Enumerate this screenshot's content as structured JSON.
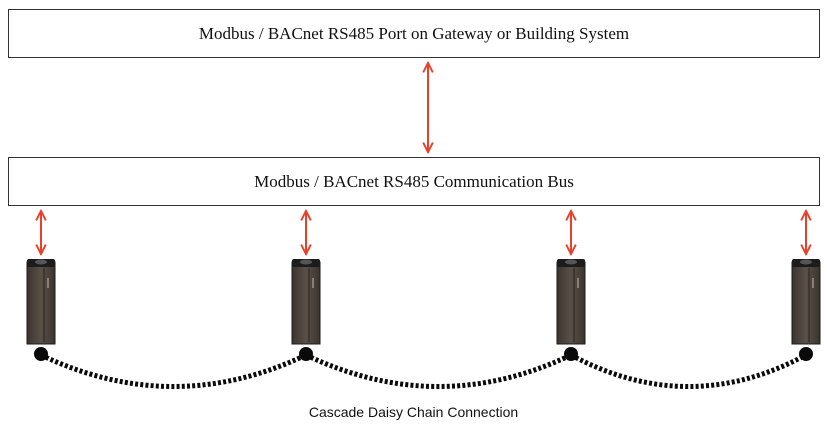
{
  "gateway_box": {
    "label": "Modbus / BACnet RS485 Port on Gateway or Building System"
  },
  "bus_box": {
    "label": "Modbus / BACnet RS485 Communication Bus"
  },
  "caption": "Cascade Daisy Chain Connection",
  "units": [
    {
      "id": "unit-1"
    },
    {
      "id": "unit-2"
    },
    {
      "id": "unit-3"
    },
    {
      "id": "unit-4"
    }
  ],
  "colors": {
    "arrow": "#e8412a",
    "unit_body": "#4a423b",
    "unit_top": "#1c1c1c",
    "chain": "#0a0a0a"
  }
}
